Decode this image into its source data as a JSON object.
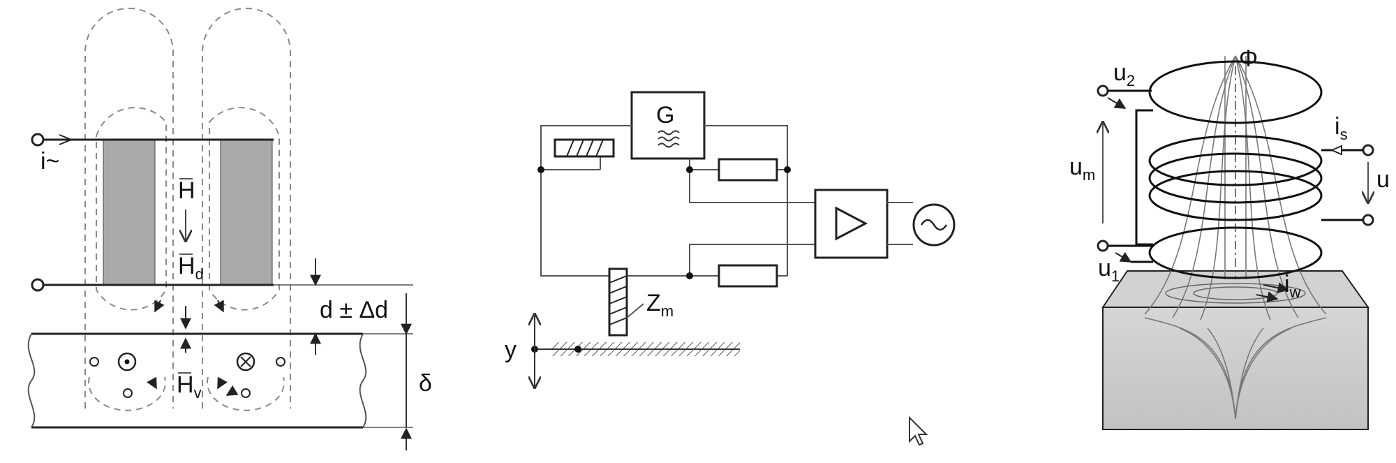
{
  "figures": {
    "sensor_cross_section": {
      "current_label": "i~",
      "field_label": "H",
      "field_d_label": "H",
      "field_d_sub": "d",
      "field_v_label": "H",
      "field_v_sub": "v",
      "gap_label": "d ± Δd",
      "thickness_label": "δ"
    },
    "bridge_circuit": {
      "generator_label": "G",
      "impedance_label": "Z",
      "impedance_sub": "m",
      "displacement_label": "y"
    },
    "transformer_probe": {
      "flux_label": "Φ",
      "u2_label": "u",
      "u2_sub": "2",
      "um_label": "u",
      "um_sub": "m",
      "u1_label": "u",
      "u1_sub": "1",
      "is_label": "i",
      "is_sub": "s",
      "iw_label": "i",
      "iw_sub": "w",
      "ui_label": "u"
    }
  }
}
